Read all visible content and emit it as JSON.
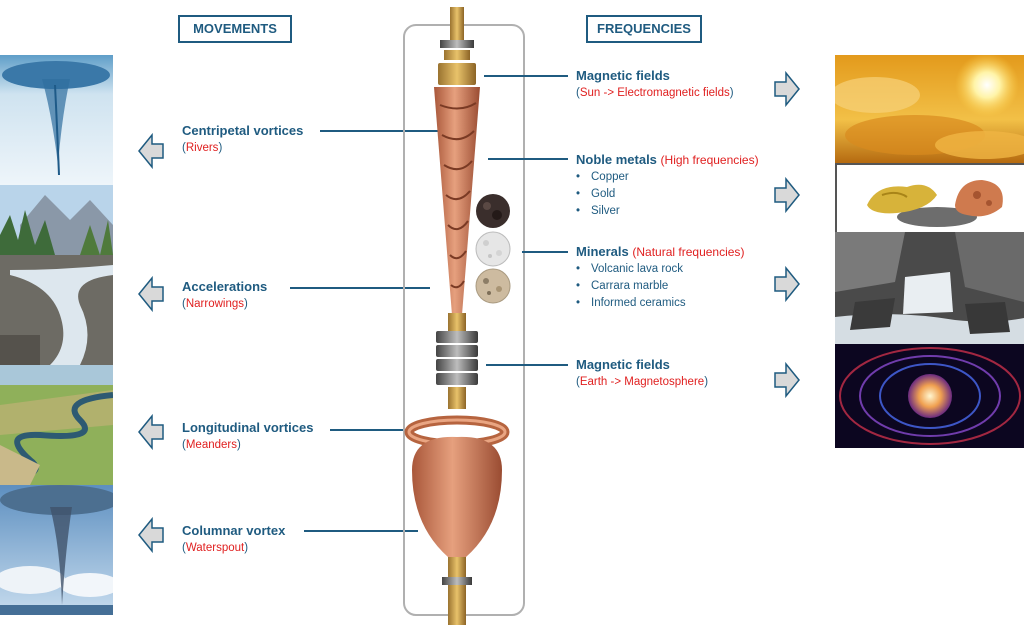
{
  "headers": {
    "movements": "MOVEMENTS",
    "frequencies": "FREQUENCIES"
  },
  "movements": [
    {
      "title": "Centripetal vortices",
      "sub": "Rivers",
      "image": "whirlpool-photo"
    },
    {
      "title": "Accelerations",
      "sub": "Narrowings",
      "image": "mountain-river-photo"
    },
    {
      "title": "Longitudinal vortices",
      "sub": "Meanders",
      "image": "meander-photo"
    },
    {
      "title": "Columnar vortex",
      "sub": "Waterspout",
      "image": "waterspout-photo"
    }
  ],
  "frequencies": [
    {
      "title": "Magnetic fields",
      "sub": "Sun -> Electromagnetic fields",
      "image": "sun-photo"
    },
    {
      "title": "Noble metals",
      "qualifier": "High frequencies",
      "items": [
        "Copper",
        "Gold",
        "Silver"
      ],
      "image": "noble-metals-photo"
    },
    {
      "title": "Minerals",
      "qualifier": "Natural frequencies",
      "items": [
        "Volcanic lava rock",
        "Carrara marble",
        "Informed ceramics"
      ],
      "image": "waterfall-rocks-photo"
    },
    {
      "title": "Magnetic fields",
      "sub": "Earth -> Magnetosphere",
      "image": "magnetosphere-photo"
    }
  ],
  "colors": {
    "navy": "#1f5b80",
    "red": "#e02020",
    "copper": "#c8764f",
    "arrow_fill": "#d9d9d9"
  }
}
